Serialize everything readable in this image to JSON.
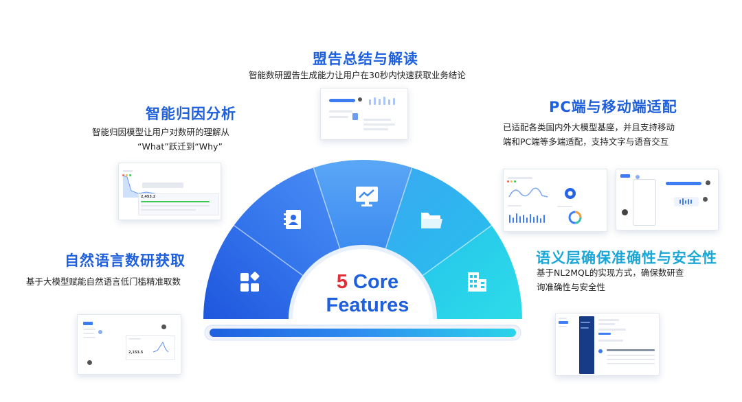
{
  "center": {
    "number": "5",
    "line1_rest": " Core",
    "line2": "Features"
  },
  "features": {
    "report": {
      "title": "盟告总结与解读",
      "desc": "智能数研盟告生成能力让用户在30秒内快速获取业务结论",
      "icon": "chart-monitor-icon"
    },
    "attribution": {
      "title": "智能归因分析",
      "desc_line1": "智能归因模型让用户对数研的理解从",
      "desc_line2": "“What”跃迁到“Why”",
      "icon": "contact-book-icon"
    },
    "pc_mobile": {
      "title": "PC端与移动端适配",
      "desc_line1": "已适配各类国内外大模型基座，并且支持移动",
      "desc_line2": "端和PC端等多端适配，支持文字与语音交互",
      "icon": "folder-icon"
    },
    "nl_query": {
      "title": "自然语言数研获取",
      "desc": "基于大模型赋能自然语言低门槛精准取数",
      "icon": "app-grid-icon"
    },
    "semantic": {
      "title": "语义层确保准确性与安全性",
      "desc_line1": "基于NL2MQL的实现方式，确保数研查",
      "desc_line2": "询准确性与安全性",
      "icon": "building-icon"
    }
  },
  "thumbnails": {
    "attribution_value": "2,453.2",
    "nl_value": "2,153.5"
  },
  "colors": {
    "primary": "#1d5fdc",
    "cyan": "#19a7d8",
    "red": "#e0303a",
    "segments": [
      "#2563e6",
      "#3a82f0",
      "#3f99f2",
      "#2fb4ef",
      "#27cfe9"
    ]
  }
}
